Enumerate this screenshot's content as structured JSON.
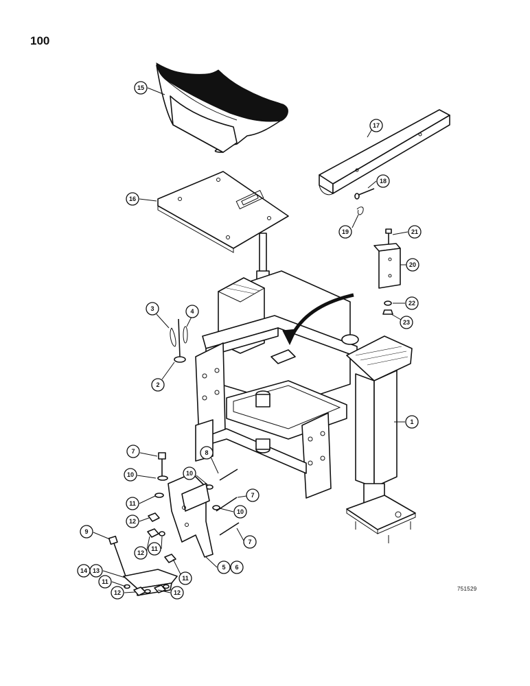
{
  "page_number": "100",
  "drawing_code": "751529",
  "callouts": [
    {
      "id": "c15",
      "label": "15"
    },
    {
      "id": "c17",
      "label": "17"
    },
    {
      "id": "c16",
      "label": "16"
    },
    {
      "id": "c18",
      "label": "18"
    },
    {
      "id": "c19",
      "label": "19"
    },
    {
      "id": "c21",
      "label": "21"
    },
    {
      "id": "c20",
      "label": "20"
    },
    {
      "id": "c22",
      "label": "22"
    },
    {
      "id": "c23",
      "label": "23"
    },
    {
      "id": "c3",
      "label": "3"
    },
    {
      "id": "c4",
      "label": "4"
    },
    {
      "id": "c2",
      "label": "2"
    },
    {
      "id": "c1",
      "label": "1"
    },
    {
      "id": "c7a",
      "label": "7"
    },
    {
      "id": "c8",
      "label": "8"
    },
    {
      "id": "c10a",
      "label": "10"
    },
    {
      "id": "c10b",
      "label": "10"
    },
    {
      "id": "c7b",
      "label": "7"
    },
    {
      "id": "c11a",
      "label": "11"
    },
    {
      "id": "c10c",
      "label": "10"
    },
    {
      "id": "c12a",
      "label": "12"
    },
    {
      "id": "c7c",
      "label": "7"
    },
    {
      "id": "c9",
      "label": "9"
    },
    {
      "id": "c12b",
      "label": "12"
    },
    {
      "id": "c11b",
      "label": "11"
    },
    {
      "id": "c5",
      "label": "5"
    },
    {
      "id": "c6",
      "label": "6"
    },
    {
      "id": "c14",
      "label": "14"
    },
    {
      "id": "c13",
      "label": "13"
    },
    {
      "id": "c11c",
      "label": "11"
    },
    {
      "id": "c11d",
      "label": "11"
    },
    {
      "id": "c12c",
      "label": "12"
    },
    {
      "id": "c12d",
      "label": "12"
    }
  ]
}
